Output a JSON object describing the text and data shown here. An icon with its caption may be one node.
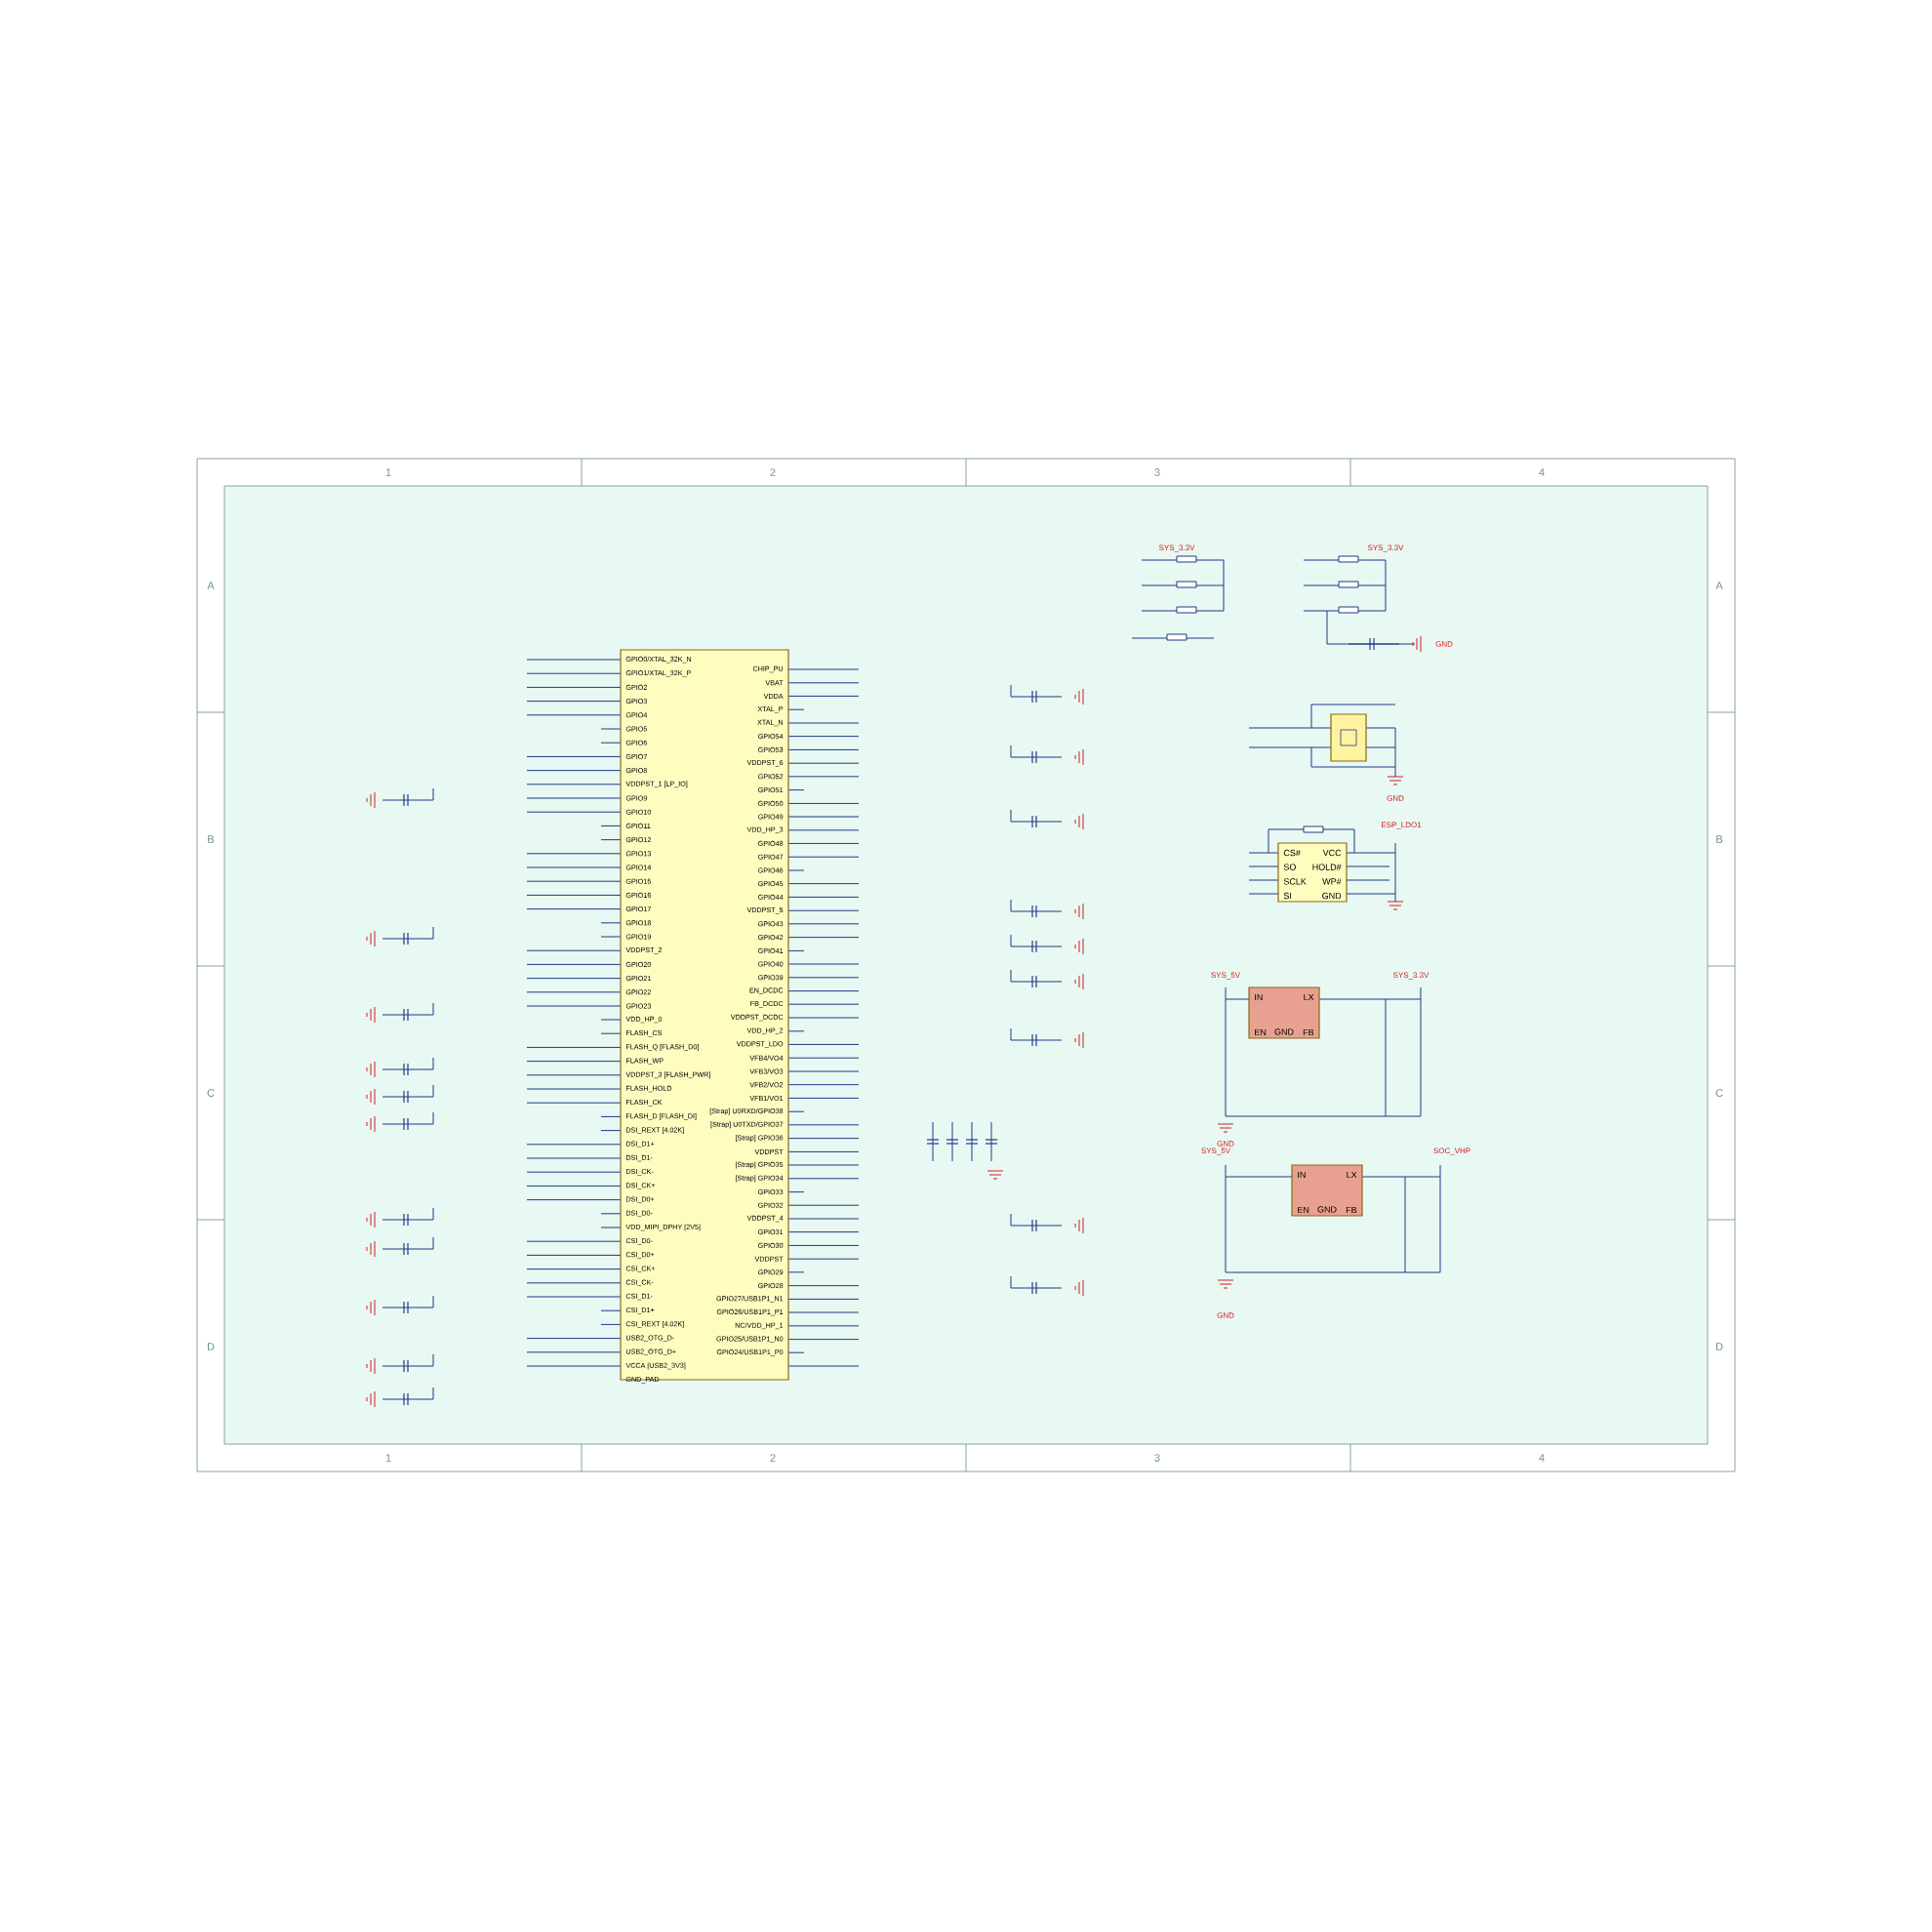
{
  "diagram": {
    "nodes": [
      {
        "text": [
          "GPIO0/XTAL_32K_N",
          "GPIO1/XTAL_32K_P",
          "GPIO2",
          "GPIO3",
          "GPIO4",
          "GPIO5",
          "GPIO6",
          "GPIO7",
          "GPIO8",
          "VDDPST_1 [LP_IO]",
          "GPIO9",
          "GPIO10",
          "GPIO11",
          "GPIO12",
          "GPIO13",
          "GPIO14",
          "GPIO15",
          "GPIO16",
          "GPIO17",
          "GPIO18",
          "GPIO19",
          "VDDPST_2",
          "GPIO20",
          "GPIO21",
          "GPIO22",
          "GPIO23",
          "VDD_HP_0",
          "FLASH_CS",
          "FLASH_Q [FLASH_D0]",
          "FLASH_WP",
          "VDDPST_3 [FLASH_PWR]",
          "FLASH_HOLD",
          "FLASH_CK",
          "FLASH_D [FLASH_DI]",
          "DSI_REXT [4.02K]",
          "DSI_D1+",
          "DSI_D1-",
          "DSI_CK-",
          "DSI_CK+",
          "DSI_D0+",
          "DSI_D0-",
          "VDD_MIPI_DPHY [2V5]",
          "CSI_D0-",
          "CSI_D0+",
          "CSI_CK+",
          "CSI_CK-",
          "CSI_D1-",
          "CSI_D1+",
          "CSI_REXT [4.02K]",
          "USB2_OTG_D-",
          "USB2_OTG_D+",
          "VCCA [USB2_3V3]",
          "GND_PAD",
          "CHIP_PU",
          "VBAT",
          "VDDA",
          "XTAL_P",
          "XTAL_N",
          "GPIO54",
          "GPIO53",
          "VDDPST_6",
          "GPIO52",
          "GPIO51",
          "GPIO50",
          "GPIO49",
          "VDD_HP_3",
          "GPIO48",
          "GPIO47",
          "GPIO46",
          "GPIO45",
          "GPIO44",
          "VDDPST_5",
          "GPIO43",
          "GPIO42",
          "GPIO41",
          "GPIO40",
          "GPIO39",
          "EN_DCDC",
          "FB_DCDC",
          "VDDPST_DCDC",
          "VDD_HP_2",
          "VDDPST_LDO",
          "VFB4/VO4",
          "VFB3/VO3",
          "VFB2/VO2",
          "VFB1/VO1",
          "[Strap] U0RXD/GPIO38",
          "[Strap] U0TXD/GPIO37",
          "[Strap] GPIO36",
          "VDDPST",
          "[Strap] GPIO35",
          "[Strap] GPIO34",
          "GPIO33",
          "GPIO32",
          "VDDPST_4",
          "GPIO31",
          "GPIO30",
          "VDDPST",
          "GPIO29",
          "GPIO28",
          "GPIO27/USB1P1_N1",
          "GPIO26/USB1P1_P1",
          "NC/VDD_HP_1",
          "GPIO25/USB1P1_N0",
          "GPIO24/USB1P1_P0"
        ]
      },
      {
        "text": [],
        "shape": "box"
      },
      {
        "text": [
          "CS#",
          "SO",
          "SCLK",
          "SI",
          "VCC",
          "HOLD#",
          "WP#",
          "GND"
        ]
      },
      {
        "text": [
          "IN",
          "EN",
          "GND",
          "LX",
          "FB"
        ]
      },
      {
        "text": [
          "IN",
          "EN",
          "GND",
          "LX",
          "FB"
        ]
      }
    ],
    "labels": [
      "1",
      "2",
      "3",
      "4",
      "A",
      "A",
      "B",
      "B",
      "C",
      "C",
      "D",
      "D",
      "1",
      "2",
      "3",
      "4",
      "SYS_3.3V",
      "SYS_3.3V",
      "GND",
      "GND",
      "ESP_LDO1",
      "SYS_5V",
      "SYS_3.3V",
      "GND",
      "SYS_5V",
      "SOC_VHP",
      "GND"
    ]
  }
}
